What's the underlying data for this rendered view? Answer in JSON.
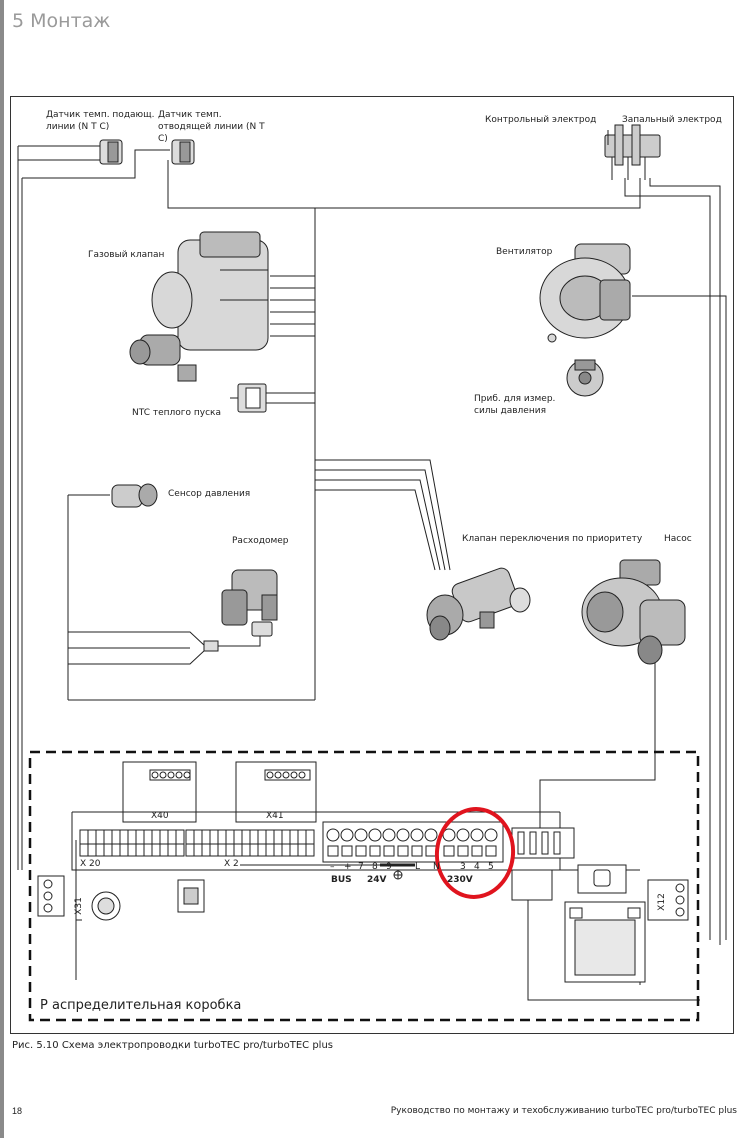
{
  "header": {
    "section_title": "5 Монтаж"
  },
  "components": {
    "sensor_supply": "Датчик темп. подающ. линии (N T C)",
    "sensor_return": "Датчик темп. отводящей линии (N T C)",
    "control_electrode": "Контрольный электрод",
    "ignition_electrode": "Запальный электрод",
    "gas_valve": "Газовый клапан",
    "fan": "Вентилятор",
    "ntc_warm_start": "NTC теплого пуска",
    "pressure_device": "Приб. для измер. силы давления",
    "pressure_sensor": "Сенсор давления",
    "flowmeter": "Расходомер",
    "priority_valve": "Клапан переключения по приоритету",
    "pump": "Насос"
  },
  "board": {
    "connector_x40": "X40",
    "connector_x41": "X41",
    "connector_x20": "X 20",
    "connector_x2": "X 2",
    "connector_x31": "X31",
    "connector_x12": "X12",
    "terminal_labels": [
      "–",
      "+",
      "7",
      "8",
      "9",
      "L",
      "N",
      "3",
      "4",
      "5"
    ],
    "group_bus": "BUS",
    "group_24v": "24V",
    "group_230v": "230V",
    "box_label": "Р аспределительная коробка"
  },
  "highlight_color": "#e0141e",
  "caption": "Рис. 5.10 Схема электропроводки turboTEC pro/turboTEC plus",
  "footer": {
    "page_number": "18",
    "manual_title": "Руководство по монтажу и техобслуживанию turboTEC pro/turboTEC plus"
  }
}
